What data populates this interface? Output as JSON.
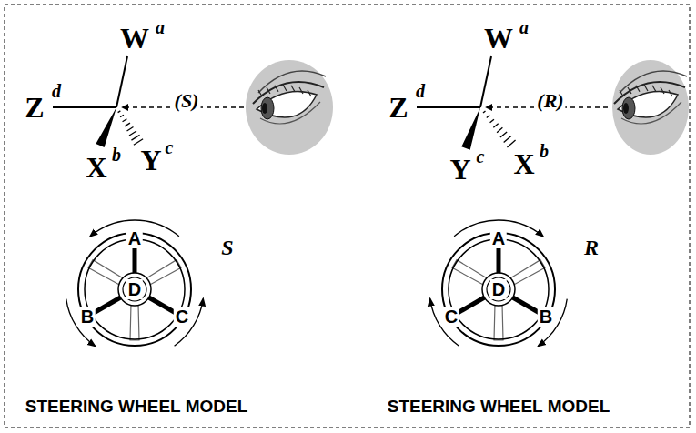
{
  "diagram": {
    "labels": [
      "W",
      "a",
      "Z",
      "d",
      "X",
      "b",
      "Y",
      "c",
      "(S)",
      "W",
      "a",
      "Z",
      "d",
      "X",
      "b",
      "Y",
      "c",
      "(R)",
      "A",
      "B",
      "C",
      "D",
      "S",
      "A",
      "C",
      "B",
      "D",
      "R",
      "STEERING WHEEL MODEL",
      "STEERING WHEEL MODEL"
    ]
  }
}
